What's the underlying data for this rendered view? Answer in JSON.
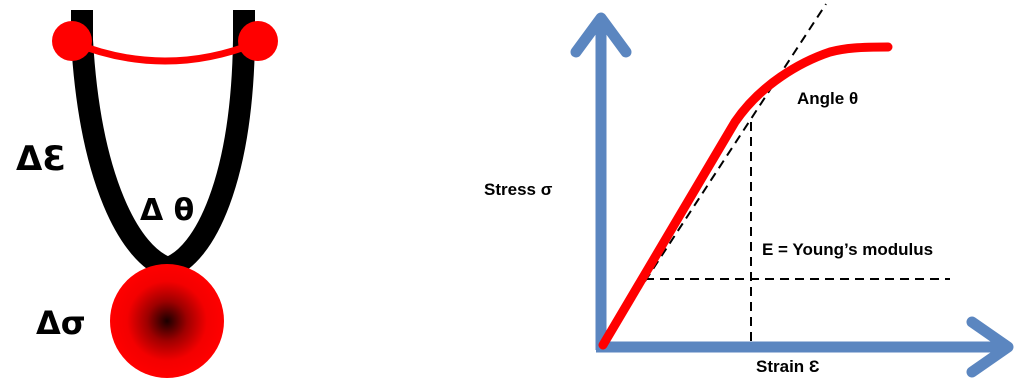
{
  "left_figure": {
    "label_strain_change": "ΔƐ",
    "label_angle_change": "Δ θ",
    "label_stress_change": "Δσ"
  },
  "right_figure": {
    "ylabel": "Stress σ",
    "xlabel": "Strain  Ɛ",
    "angle_label": "Angle θ",
    "modulus_label": "E = Young’s modulus"
  },
  "colors": {
    "axis": "#5b86c0",
    "curve": "#ff0000",
    "beam": "#000000",
    "dashes": "#000000"
  }
}
